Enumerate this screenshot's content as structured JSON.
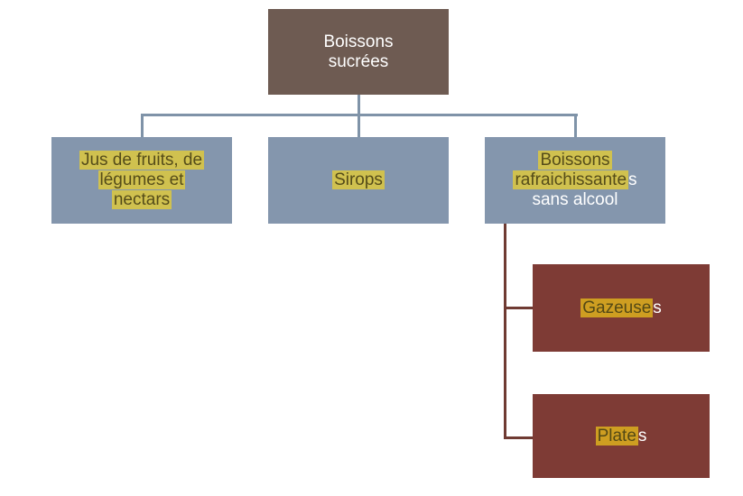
{
  "colors": {
    "box-brown": "#6E5B52",
    "box-blue": "#8496AD",
    "box-red": "#7E3B35",
    "connector-blue": "#7F93A8",
    "connector-red": "#6F3B33",
    "text": "#FFFFFF"
  },
  "nodes": {
    "root": {
      "line1": "Boissons",
      "line2": "sucrées"
    },
    "juice": {
      "line1": "Jus de fruits, de",
      "line2": "légumes et",
      "line3": "nectars"
    },
    "sirops": {
      "label": "Sirops"
    },
    "soft": {
      "line1": "Boissons",
      "line2_highlight": "rafraichissante",
      "line2_tail": "s",
      "line3": "sans alcool"
    },
    "gazeuses": {
      "highlight": "Gazeuse",
      "tail": "s"
    },
    "plates": {
      "highlight": "Plate",
      "tail": "s"
    }
  }
}
